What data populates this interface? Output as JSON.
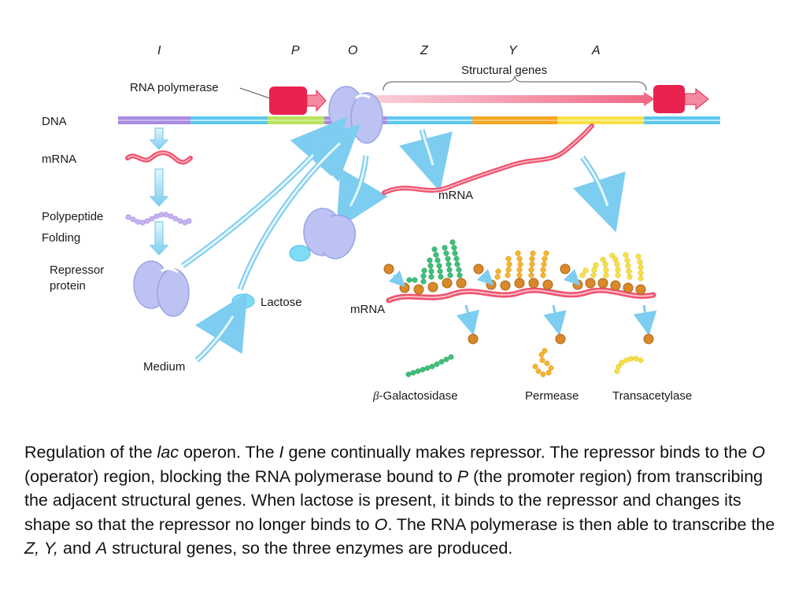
{
  "diagram": {
    "gene_letters": [
      "I",
      "P",
      "O",
      "Z",
      "Y",
      "A"
    ],
    "labels": {
      "rna_polymerase": "RNA polymerase",
      "structural_genes": "Structural genes",
      "dna": "DNA",
      "mrna_left": "mRNA",
      "polypeptide": "Polypeptide",
      "folding": "Folding",
      "repressor_line1": "Repressor",
      "repressor_line2": "protein",
      "lactose": "Lactose",
      "medium": "Medium",
      "mrna_right": "mRNA",
      "mrna_bottom": "mRNA",
      "galactosidase_prefix": "β",
      "galactosidase": "-Galactosidase",
      "permease": "Permease",
      "transacetylase": "Transacetylase"
    },
    "colors": {
      "dna": "#5bc8ee",
      "gene_i": "#a78be0",
      "gene_p": "#b7e35a",
      "gene_o": "#a78be0",
      "gene_z": "#5bc8ee",
      "gene_y": "#f5a623",
      "gene_a": "#f7e04a",
      "mrna": "#f0536e",
      "polymerase": "#e8234f",
      "repressor": "#bcc3f2",
      "lactose": "#7fdcf7",
      "galactosidase": "#3fc07a",
      "permease": "#f5b431",
      "transacetylase": "#f7e04a",
      "ribosome": "#d9892a"
    }
  },
  "caption": {
    "t1": "Regulation of the ",
    "i1": "lac",
    "t2": " operon. The ",
    "i2": "I",
    "t3": " gene continually makes repressor. The repressor binds to the ",
    "i3": "O",
    "t4": " (operator) region, blocking the RNA polymerase bound to ",
    "i4": "P",
    "t5": " (the promoter region) from transcribing the adjacent structural genes. When lactose is present, it binds to the repressor and changes its shape so that the repressor no longer binds to ",
    "i5": "O",
    "t6": ". The RNA polymerase is then able to transcribe the ",
    "i6": "Z, Y,",
    "t7": " and ",
    "i7": "A",
    "t8": " structural genes, so the three enzymes are produced."
  }
}
